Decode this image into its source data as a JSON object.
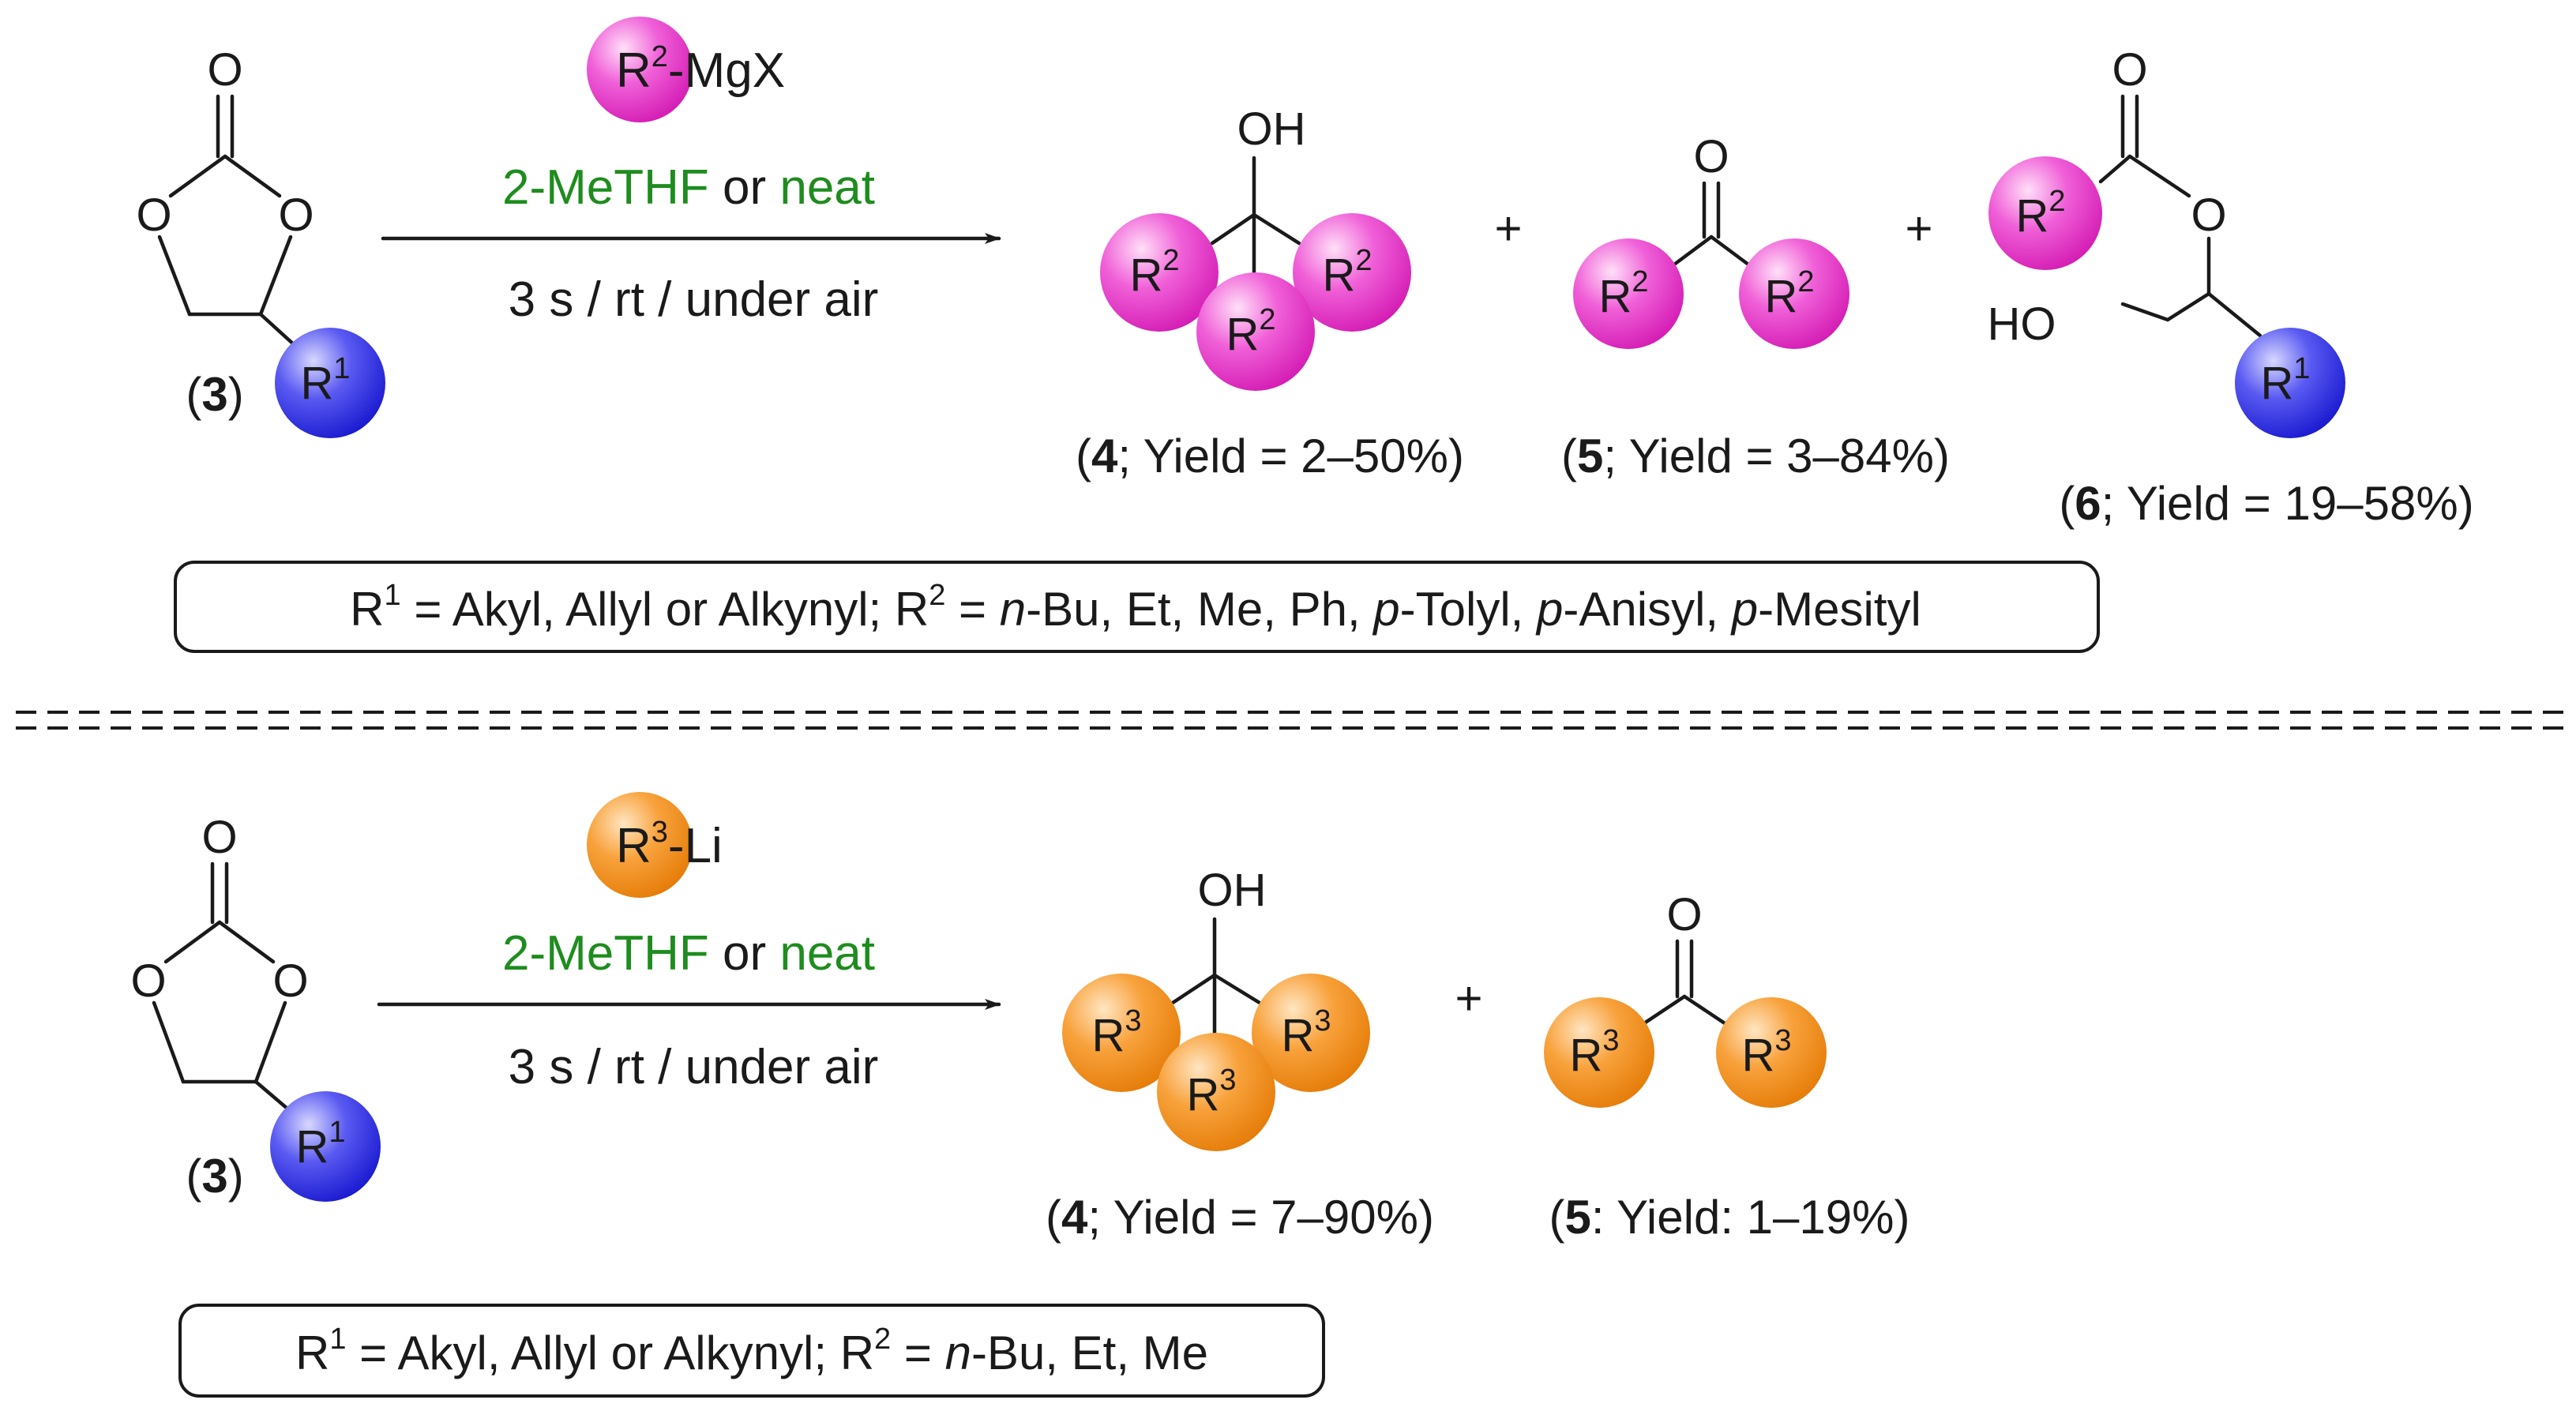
{
  "colors": {
    "r1_ball": "#2424e0",
    "r2_ball": "#e62fc8",
    "r3_ball": "#f08a16",
    "solvent_green": "#1e8c1e",
    "text": "#1a1a1a"
  },
  "atoms": {
    "oxygen": "O",
    "hydroxyl": "OH",
    "hydroxyl_left": "HO"
  },
  "groups": {
    "r_letter": "R",
    "r1_sup": "1",
    "r2_sup": "2",
    "r3_sup": "3"
  },
  "top": {
    "reagent_suffix": "-MgX",
    "solvent_a": "2-MeTHF",
    "solvent_or": " or ",
    "solvent_b": "neat",
    "conditions": "3 s / rt / under air",
    "substrate_label": {
      "open": "(",
      "num": "3",
      "close": ")"
    },
    "plus": "+",
    "product4": {
      "open": "(",
      "num": "4",
      "rest": "; Yield = 2–50%)"
    },
    "product5": {
      "open": "(",
      "num": "5",
      "rest": "; Yield = 3–84%)"
    },
    "product6": {
      "open": "(",
      "num": "6",
      "rest": "; Yield = 19–58%)"
    },
    "legend": {
      "p1": " = Akyl, Allyl or Alkynyl; ",
      "p2": " = ",
      "n": "n",
      "p3": "-Bu, Et, Me, Ph, ",
      "p_a": "p",
      "p4": "-Tolyl, ",
      "p_b": "p",
      "p5": "-Anisyl, ",
      "p_c": "p",
      "p6": "-Mesityl"
    }
  },
  "bottom": {
    "reagent_suffix": "-Li",
    "solvent_a": "2-MeTHF",
    "solvent_or": " or ",
    "solvent_b": "neat",
    "conditions": "3 s / rt / under air",
    "substrate_label": {
      "open": "(",
      "num": "3",
      "close": ")"
    },
    "plus": "+",
    "product4": {
      "open": "(",
      "num": "4",
      "rest": "; Yield = 7–90%)"
    },
    "product5": {
      "open": "(",
      "num": "5",
      "rest": ": Yield: 1–19%)"
    },
    "legend": {
      "p1": " = Akyl, Allyl or Alkynyl; ",
      "p2": " = ",
      "n": "n",
      "p3": "-Bu, Et, Me"
    }
  }
}
